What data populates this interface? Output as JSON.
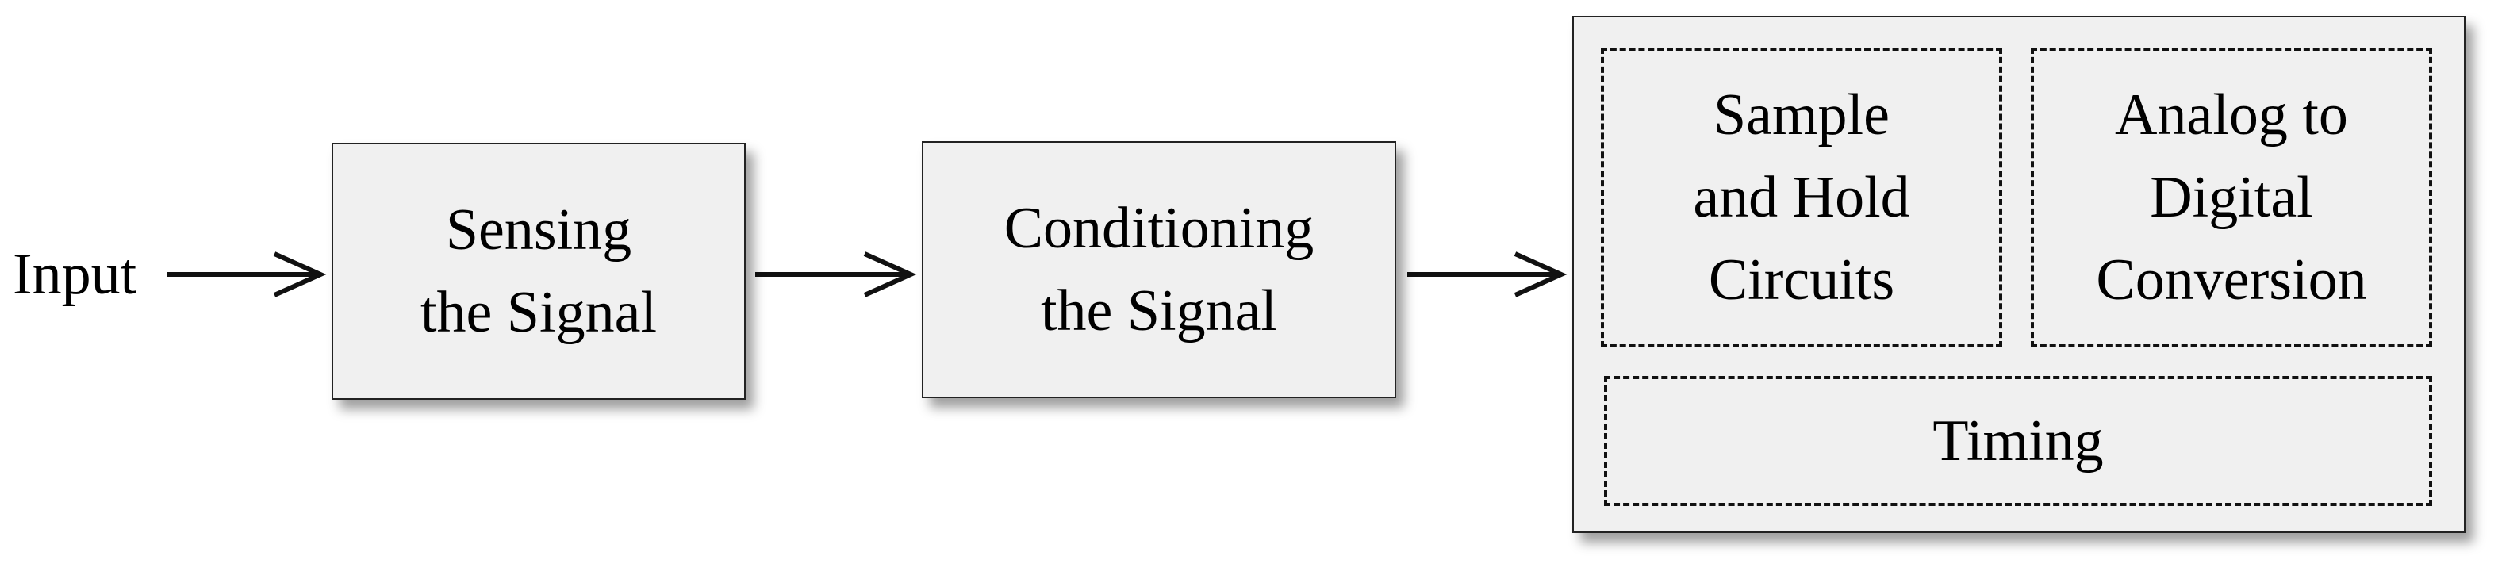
{
  "colors": {
    "box_fill": "#f0f0f0",
    "stroke": "#111111",
    "text": "#000000",
    "background": "#ffffff"
  },
  "input_label": "Input",
  "blocks": {
    "sensing": "Sensing\nthe Signal",
    "conditioning": "Conditioning\nthe  Signal"
  },
  "subsystem": {
    "sample_hold": "Sample\nand Hold\nCircuits",
    "adc": "Analog to\nDigital\nConversion",
    "timing": "Timing"
  }
}
